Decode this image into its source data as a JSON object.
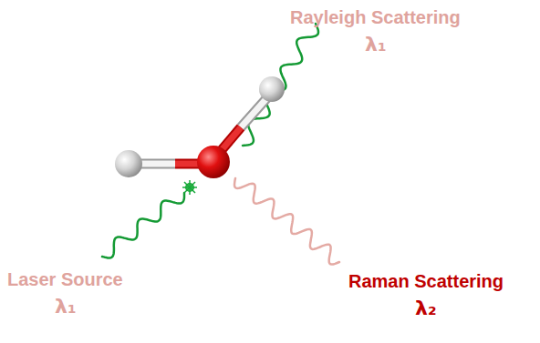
{
  "diagram": {
    "labels": [
      "Rayleigh Scattering",
      "λ₁",
      "Laser Source",
      "λ₁",
      "Raman Scattering",
      "λ₂"
    ]
  }
}
